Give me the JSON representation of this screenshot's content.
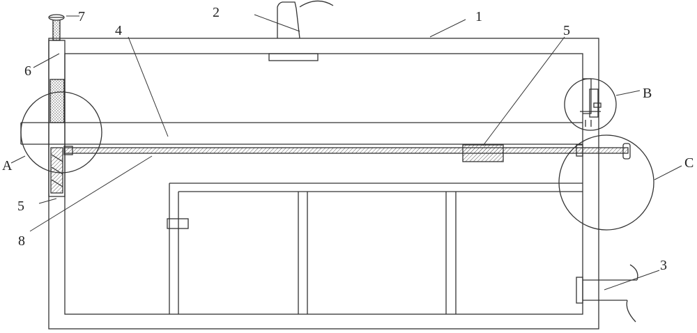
{
  "labels": {
    "l1": "1",
    "l2": "2",
    "l3": "3",
    "l4": "4",
    "l5_top": "5",
    "l5_left": "5",
    "l6": "6",
    "l7": "7",
    "l8": "8",
    "lA": "A",
    "lB": "B",
    "lC": "C"
  },
  "colors": {
    "stroke": "#333333",
    "hatch": "#555555",
    "background": "#ffffff"
  }
}
